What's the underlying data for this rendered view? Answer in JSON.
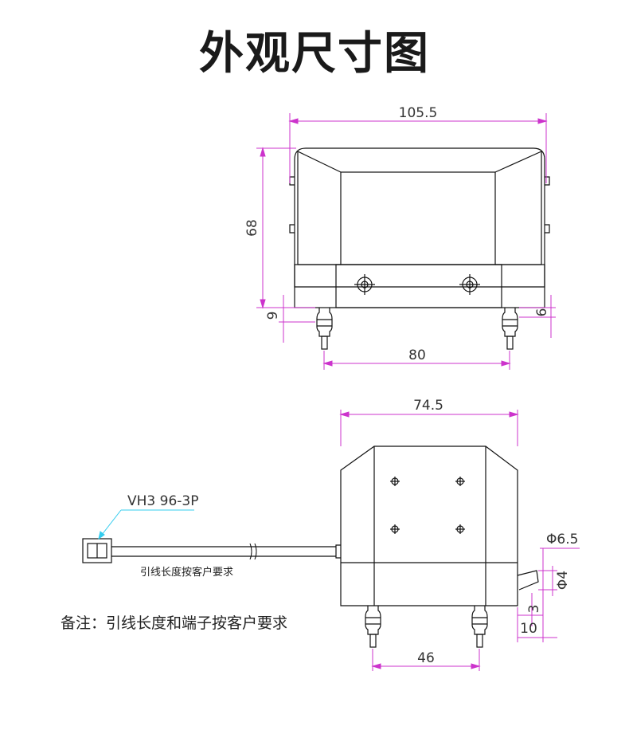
{
  "title": "外观尺寸图",
  "top_view": {
    "width_dim": "105.5",
    "height_dim": "68",
    "left_foot_dim": "9",
    "right_foot_dim": "6",
    "foot_spacing_dim": "80"
  },
  "side_view": {
    "width_dim": "74.5",
    "connector_label": "VH3 96-3P",
    "cable_note": "引线长度按客户要求",
    "outlet_outer_dim": "Φ6.5",
    "outlet_inner_dim": "Φ4",
    "outlet_height_dim": "3",
    "outlet_length_dim": "10",
    "foot_spacing_dim": "46"
  },
  "note": "备注：引线长度和端子按客户要求",
  "colors": {
    "dimension": "#cc33cc",
    "outline": "#111111",
    "leader": "#33ccee"
  }
}
